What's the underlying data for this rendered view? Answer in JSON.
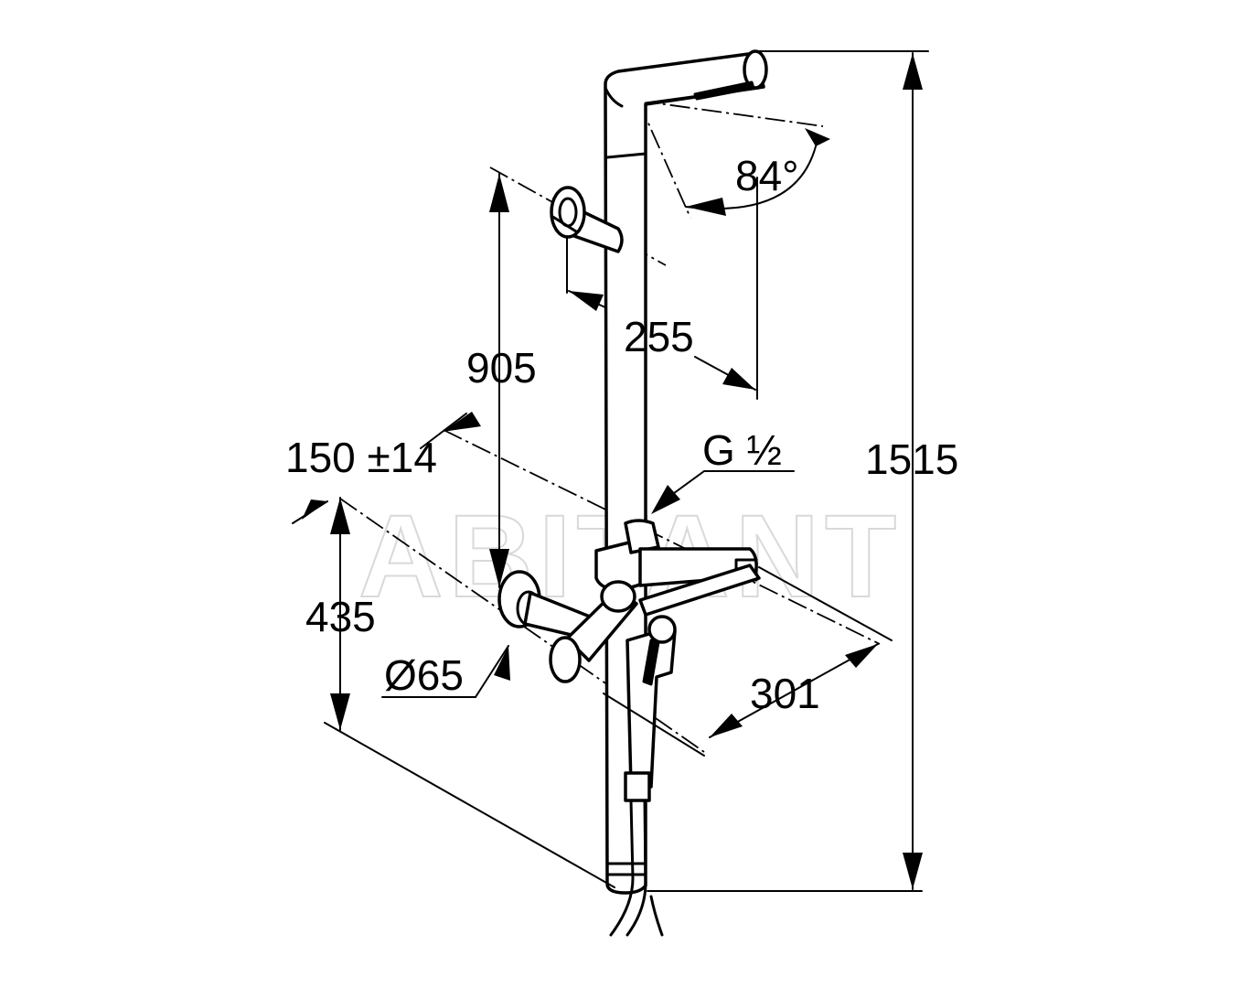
{
  "watermark": "ABITANT",
  "dimensions": {
    "total_height": "1515",
    "spray_angle": "84°",
    "head_reach": "255",
    "bracket_spacing": "905",
    "wall_offset": "150 ±14",
    "connection_thread": "G ½",
    "mixer_height": "435",
    "escutcheon_diameter": "Ø65",
    "mixer_depth": "301"
  }
}
